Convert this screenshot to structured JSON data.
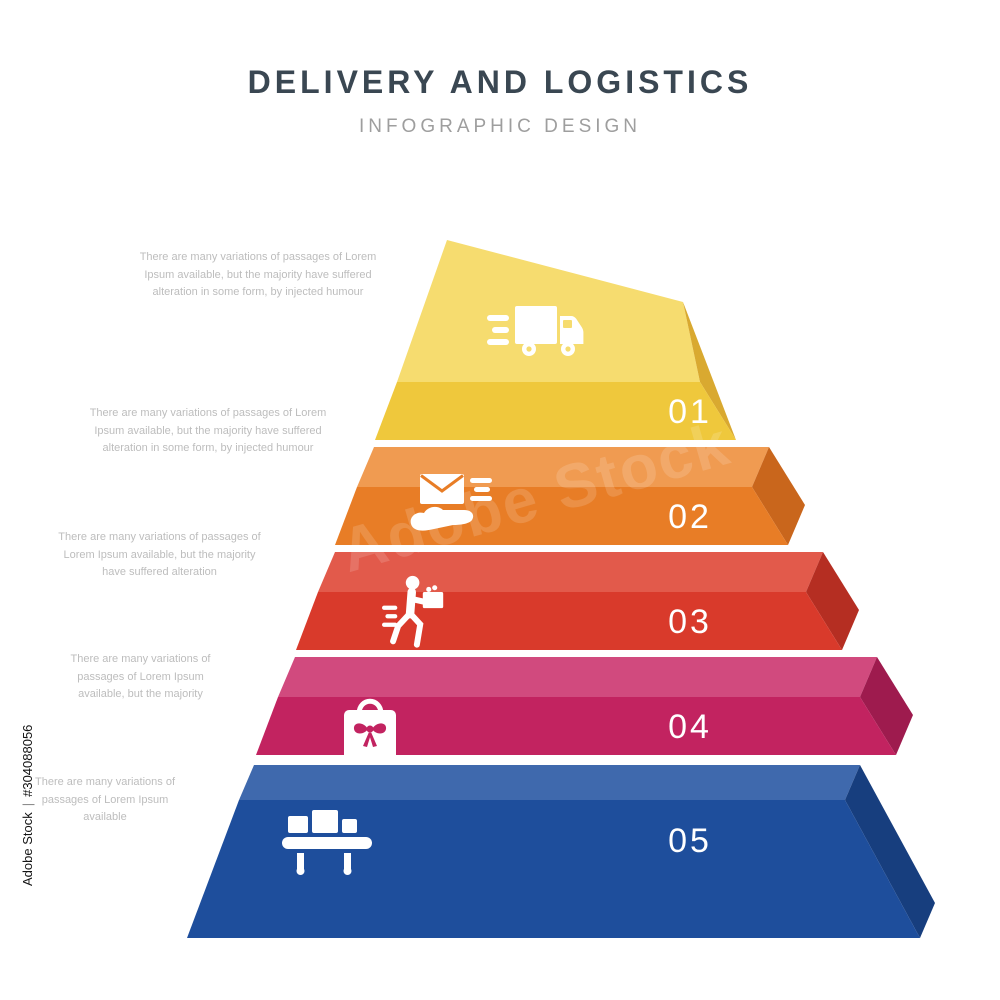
{
  "header": {
    "title": "DELIVERY AND LOGISTICS",
    "subtitle": "INFOGRAPHIC DESIGN",
    "title_color": "#3a4752",
    "subtitle_color": "#9e9e9e"
  },
  "watermark": {
    "label": "Adobe Stock",
    "divider": "|",
    "asset_id": "#304088056"
  },
  "pyramid": {
    "layers": [
      {
        "number": "01",
        "icon": "fast-delivery-truck-icon",
        "colors": {
          "front": "#efc83c",
          "top": "#f6dc6f",
          "side": "#d9a930"
        },
        "description": "There are many variations of passages of Lorem Ipsum available, but the majority have suffered alteration in some form, by injected humour"
      },
      {
        "number": "02",
        "icon": "mail-delivery-icon",
        "colors": {
          "front": "#e87d26",
          "top": "#f09b51",
          "side": "#c9661c"
        },
        "description": "There are many variations of passages of Lorem Ipsum available, but the majority have suffered alteration in some form, by injected humour"
      },
      {
        "number": "03",
        "icon": "delivery-courier-icon",
        "colors": {
          "front": "#d93a2b",
          "top": "#e25a4b",
          "side": "#b52e22"
        },
        "description": "There are many variations of passages of Lorem Ipsum available, but the majority have suffered alteration"
      },
      {
        "number": "04",
        "icon": "shopping-bag-icon",
        "colors": {
          "front": "#c22360",
          "top": "#d14a7e",
          "side": "#9e1b4e"
        },
        "description": "There are many variations of passages of Lorem Ipsum available, but the majority"
      },
      {
        "number": "05",
        "icon": "conveyor-belt-icon",
        "colors": {
          "front": "#1e4e9c",
          "top": "#3f69ad",
          "side": "#173e7e"
        },
        "description": "There are many variations of passages of Lorem Ipsum available"
      }
    ]
  }
}
